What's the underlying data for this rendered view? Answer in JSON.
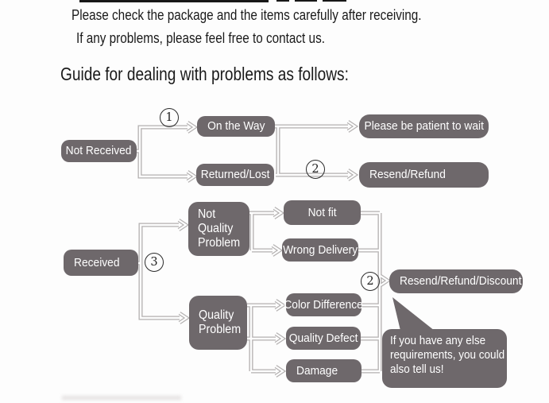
{
  "header": {
    "line1": "Please check the package and the items carefully after receiving.",
    "line2": "If any problems, please feel free to contact us.",
    "title": "Guide for dealing with problems as follows:"
  },
  "flowchart": {
    "steps": {
      "step1": "1",
      "step2_top": "2",
      "step3": "3",
      "step2_bottom": "2"
    },
    "nodes": {
      "not_received": "Not Received",
      "on_the_way": "On the Way",
      "returned_lost": "Returned/Lost",
      "please_wait": "Please be patient to wait",
      "resend_refund": "Resend/Refund",
      "received": "Received",
      "not_quality_problem_lines": [
        "Not",
        "Quality",
        "Problem"
      ],
      "not_fit": "Not fit",
      "wrong_delivery": "Wrong Delivery",
      "quality_problem_lines": [
        "Quality",
        "Problem"
      ],
      "color_difference": "Color Difference",
      "quality_defect": "Quality Defect",
      "damage": "Damage",
      "resend_refund_discount": "Resend/Refund/Discount"
    },
    "bubble_lines": [
      "If you have any else",
      "requirements, you could",
      "also tell us!"
    ],
    "colors": {
      "node_background": "#6e686b",
      "node_text": "#ffffff",
      "connector": "#b3b0b0",
      "header_text": "#1a1a1a"
    }
  }
}
